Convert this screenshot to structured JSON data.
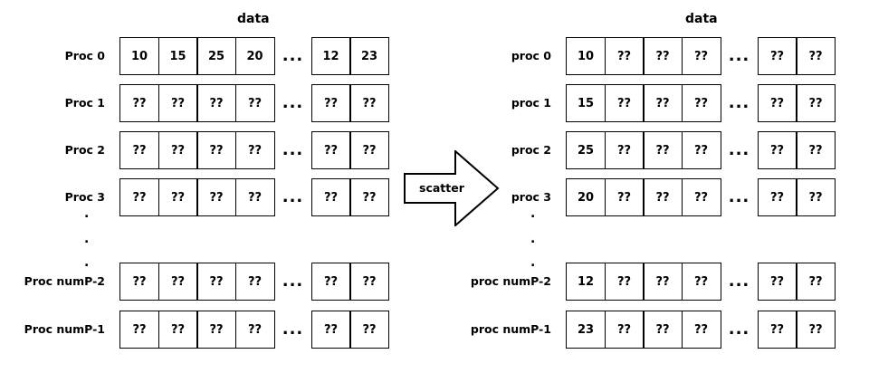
{
  "left": {
    "title": "data",
    "rows": [
      {
        "label": "Proc 0",
        "cells": [
          "10",
          "15",
          "25",
          "20"
        ],
        "tail": [
          "12",
          "23"
        ]
      },
      {
        "label": "Proc 1",
        "cells": [
          "??",
          "??",
          "??",
          "??"
        ],
        "tail": [
          "??",
          "??"
        ]
      },
      {
        "label": "Proc 2",
        "cells": [
          "??",
          "??",
          "??",
          "??"
        ],
        "tail": [
          "??",
          "??"
        ]
      },
      {
        "label": "Proc 3",
        "cells": [
          "??",
          "??",
          "??",
          "??"
        ],
        "tail": [
          "??",
          "??"
        ]
      },
      {
        "label": "Proc numP-2",
        "cells": [
          "??",
          "??",
          "??",
          "??"
        ],
        "tail": [
          "??",
          "??"
        ]
      },
      {
        "label": "Proc numP-1",
        "cells": [
          "??",
          "??",
          "??",
          "??"
        ],
        "tail": [
          "??",
          "??"
        ]
      }
    ]
  },
  "right": {
    "title": "data",
    "rows": [
      {
        "label": "proc 0",
        "cells": [
          "10",
          "??",
          "??",
          "??"
        ],
        "tail": [
          "??",
          "??"
        ]
      },
      {
        "label": "proc 1",
        "cells": [
          "15",
          "??",
          "??",
          "??"
        ],
        "tail": [
          "??",
          "??"
        ]
      },
      {
        "label": "proc 2",
        "cells": [
          "25",
          "??",
          "??",
          "??"
        ],
        "tail": [
          "??",
          "??"
        ]
      },
      {
        "label": "proc 3",
        "cells": [
          "20",
          "??",
          "??",
          "??"
        ],
        "tail": [
          "??",
          "??"
        ]
      },
      {
        "label": "proc numP-2",
        "cells": [
          "12",
          "??",
          "??",
          "??"
        ],
        "tail": [
          "??",
          "??"
        ]
      },
      {
        "label": "proc numP-1",
        "cells": [
          "23",
          "??",
          "??",
          "??"
        ],
        "tail": [
          "??",
          "??"
        ]
      }
    ]
  },
  "arrow": {
    "label": "scatter"
  },
  "ellipsis": "...",
  "vertical_dot": "."
}
